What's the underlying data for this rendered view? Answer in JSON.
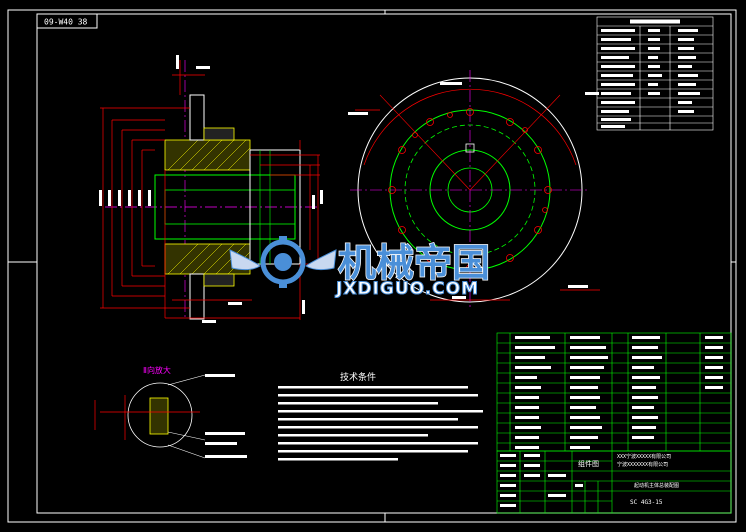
{
  "drawing": {
    "code_box": "09-W40 38",
    "technical_title": "技术条件",
    "detail_label": "Ⅱ向放大",
    "part_title": "组件图",
    "drawing_number": "SC 4G3-15",
    "company_line1": "XXX宁波XXXXX有限公司",
    "company_line2": "宁波XXXXXXX有限公司",
    "drawing_name": "起动机主体总装配图"
  },
  "watermark": {
    "cn": "机械帝国",
    "en": "JXDIGUO.COM"
  },
  "colors": {
    "background": "#000000",
    "frame": "#ffffff",
    "dimension": "#ff0000",
    "outline": "#00ff00",
    "centerline": "#ff00ff",
    "hatch": "#ffff00",
    "watermark": "#4a8fd8"
  }
}
